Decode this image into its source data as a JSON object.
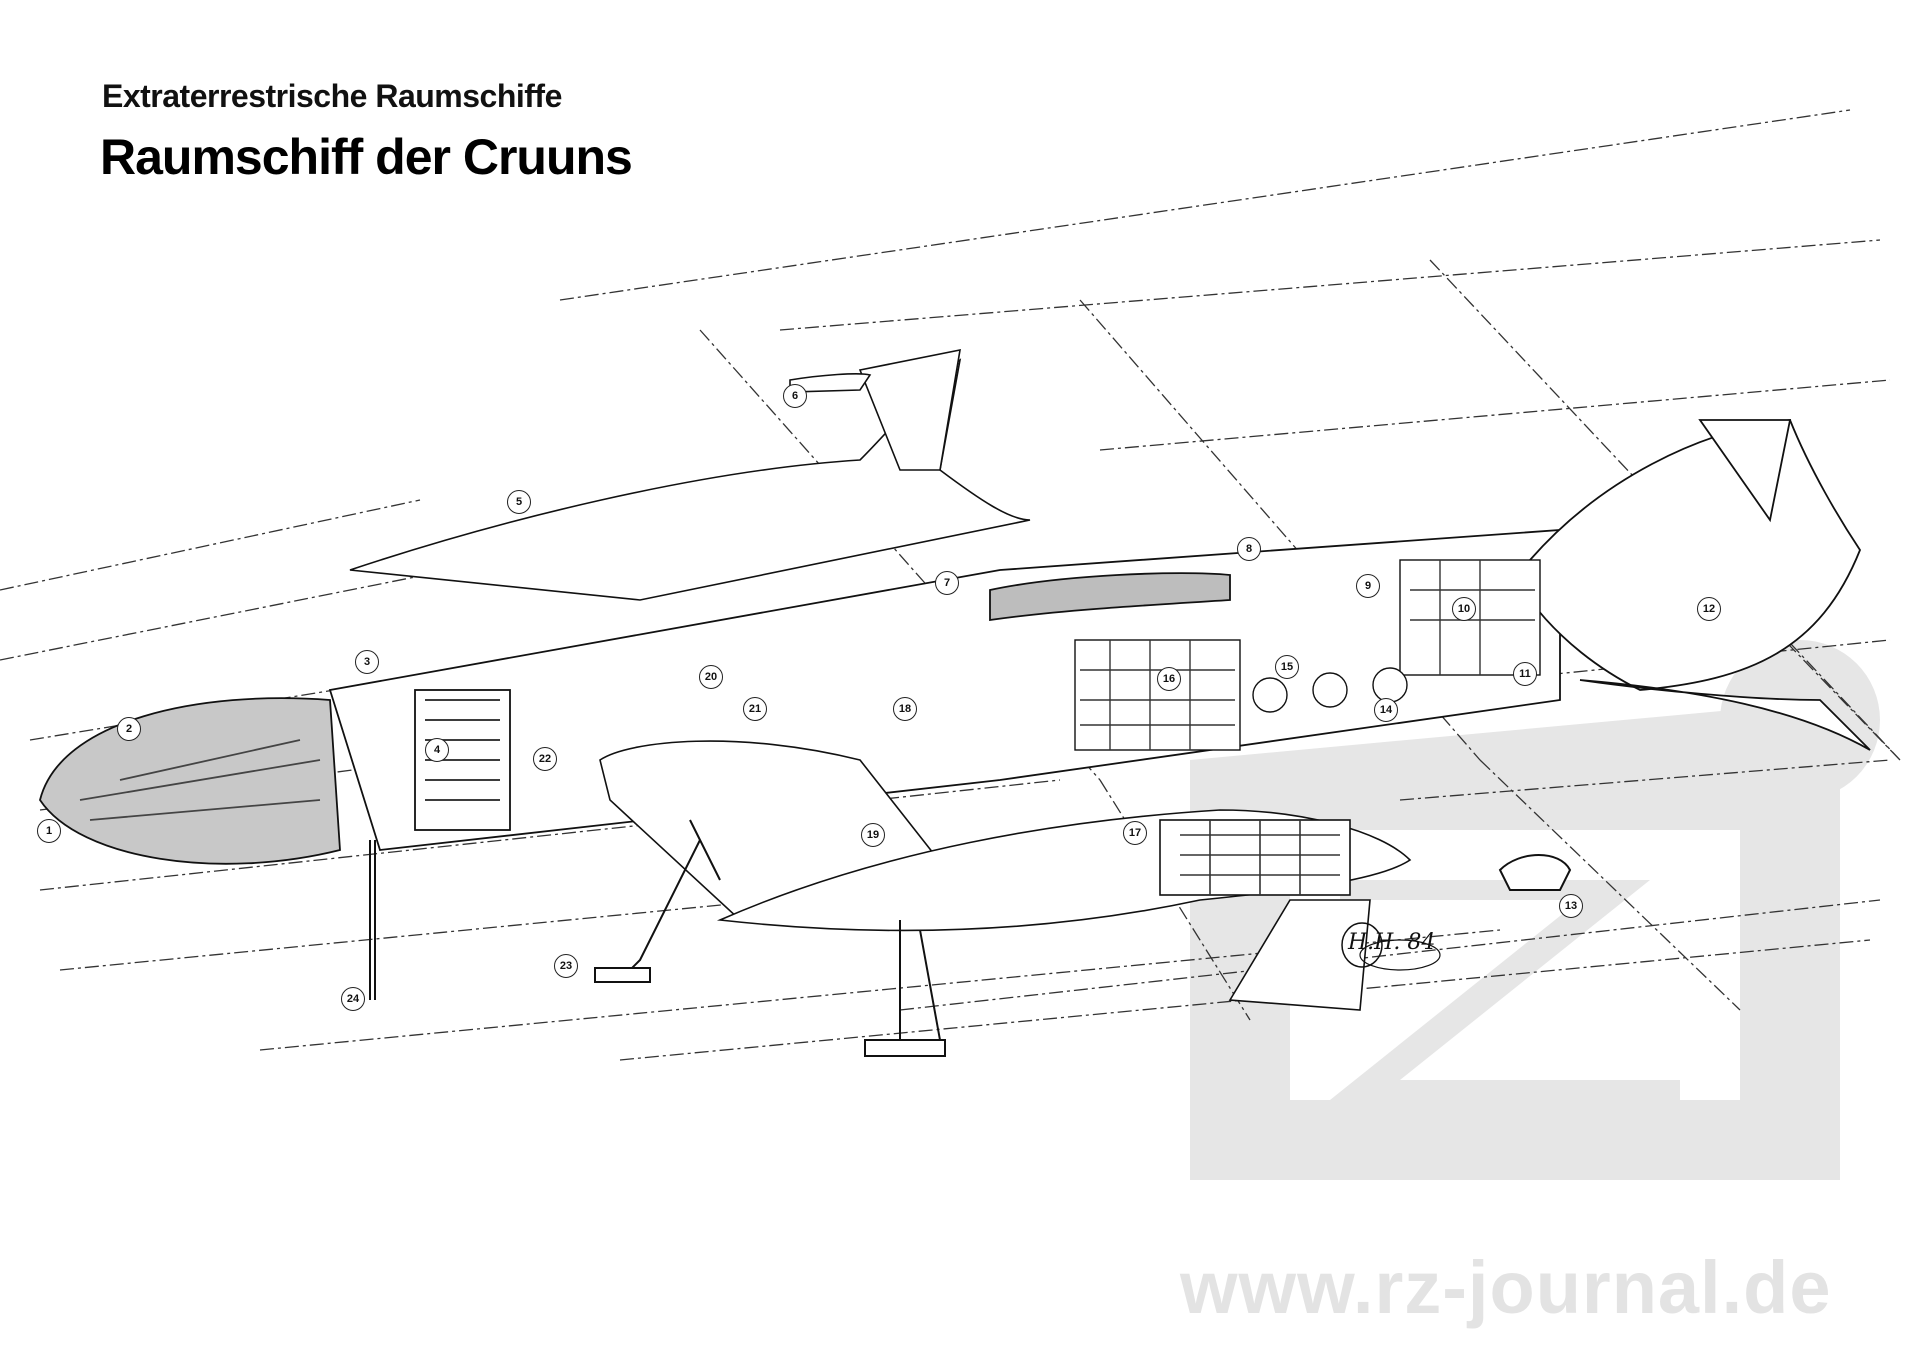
{
  "header": {
    "subtitle": "Extraterrestrische Raumschiffe",
    "title": "Raumschiff der Cruuns"
  },
  "callouts": [
    "1",
    "2",
    "3",
    "4",
    "5",
    "6",
    "7",
    "8",
    "9",
    "10",
    "11",
    "12",
    "13",
    "14",
    "15",
    "16",
    "17",
    "18",
    "19",
    "20",
    "21",
    "22",
    "23",
    "24"
  ],
  "signature": "H.H. 84",
  "watermark": {
    "url": "www.rz-journal.de",
    "logo": "rz"
  },
  "colors": {
    "ink": "#111111",
    "watermark": "#e3e3e3",
    "cockpit_tint": "#c8c8c8"
  }
}
